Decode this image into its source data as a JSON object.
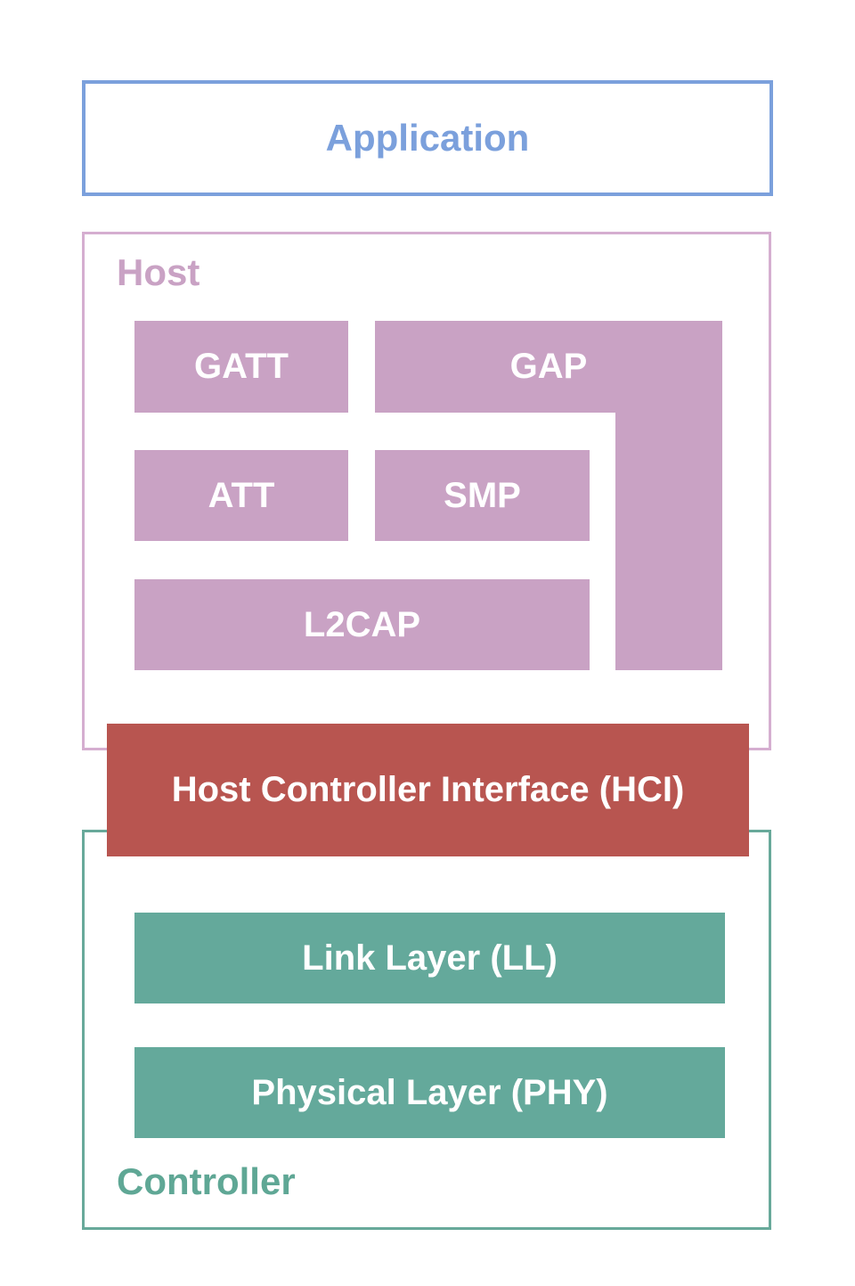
{
  "application": {
    "label": "Application"
  },
  "host": {
    "label": "Host",
    "blocks": {
      "gatt": "GATT",
      "gap": "GAP",
      "att": "ATT",
      "smp": "SMP",
      "l2cap": "L2CAP"
    }
  },
  "hci": {
    "label": "Host Controller Interface (HCI)"
  },
  "controller": {
    "label": "Controller",
    "blocks": {
      "link_layer": "Link Layer (LL)",
      "physical_layer": "Physical Layer (PHY)"
    }
  },
  "colors": {
    "blue": "#7ba0dc",
    "pink-border": "#d5aed0",
    "mauve": "#c9a2c4",
    "red": "#b85550",
    "teal": "#64a99b",
    "teal-border": "#68a99a",
    "teal-label": "#5fa795",
    "white-text": "#ffffff"
  }
}
